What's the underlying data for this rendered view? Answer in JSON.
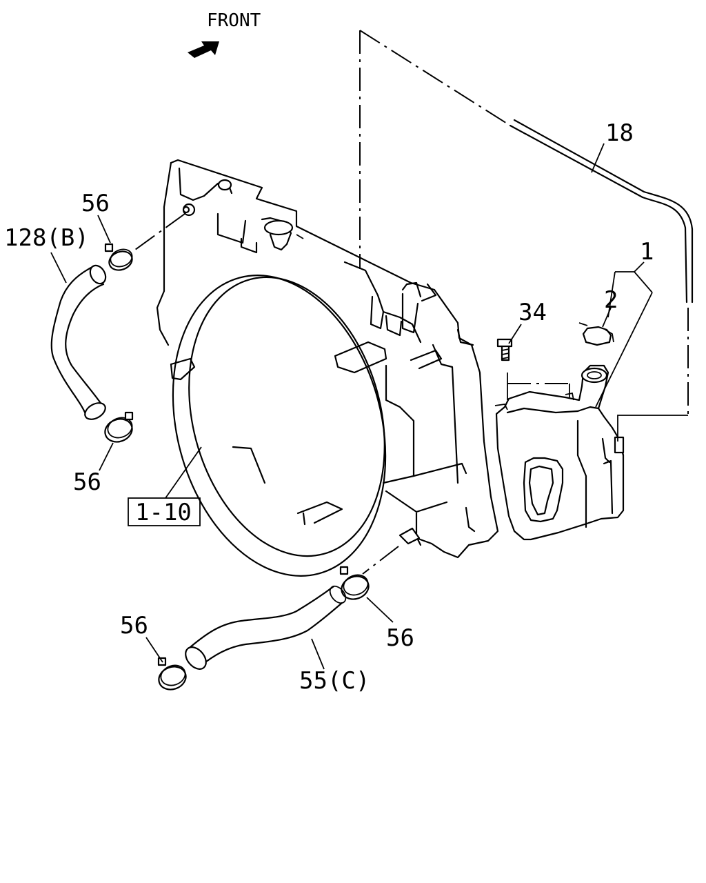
{
  "diagram": {
    "front_label": "FRONT",
    "callouts": {
      "part_18": "18",
      "part_1": "1",
      "part_2": "2",
      "part_34": "34",
      "part_56_top": "56",
      "part_128b": "128(B)",
      "part_56_left": "56",
      "part_1_10": "1-10",
      "part_56_bottom_left": "56",
      "part_56_bottom_right": "56",
      "part_55c": "55(C)"
    }
  }
}
